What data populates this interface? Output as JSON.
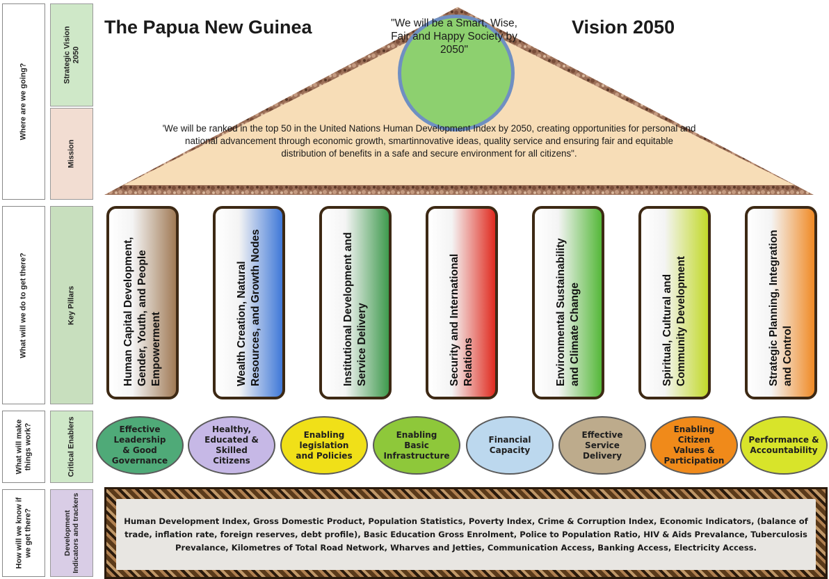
{
  "questions": [
    {
      "id": "where",
      "label": "Where are we going?"
    },
    {
      "id": "what-do",
      "label": "What will we do to get there?"
    },
    {
      "id": "what-make",
      "label": "What will make things work?"
    },
    {
      "id": "how-know",
      "label": "How will we know if we get there?"
    }
  ],
  "sections": [
    {
      "id": "strategic-vision",
      "label": "Strategic Vision 2050",
      "color": "#cfe8c8"
    },
    {
      "id": "mission",
      "label": "Mission",
      "color": "#f2ddd2"
    },
    {
      "id": "key-pillars",
      "label": "Key Pillars",
      "color": "#c8dfbe"
    },
    {
      "id": "critical-enablers",
      "label": "Critical Enablers",
      "color": "#cfe8c8"
    },
    {
      "id": "dev-indicators",
      "label": "Development Indicators and trackers",
      "color": "#d9cde6"
    }
  ],
  "title_left": "The Papua New Guinea",
  "title_right": "Vision 2050",
  "vision": "\"We will be a Smart, Wise, Fair and Happy Society by 2050\"",
  "mission": "'We will be ranked in the top 50 in the United Nations Human Development Index by 2050, creating opportunities for personal and national advancement through economic growth, smartinnovative ideas, quality service and ensuring fair and equitable distribution of benefits in a safe and secure environment for all citizens\".",
  "pillars": [
    {
      "label": "Human Capital Development, Gender, Youth, and People Empowerment",
      "color": "#a07a55"
    },
    {
      "label": "Wealth Creation, Natural Resources, and Growth Nodes",
      "color": "#3f78d8"
    },
    {
      "label": "Institutional Development and Service Delivery",
      "color": "#3f9a4e"
    },
    {
      "label": "Security and International Relations",
      "color": "#e02a1e"
    },
    {
      "label": "Environmental Sustainability and Climate Change",
      "color": "#55b83a"
    },
    {
      "label": "Spiritual, Cultural and Community Development",
      "color": "#c2d92a"
    },
    {
      "label": "Strategic Planning, Integration and Control",
      "color": "#f08a25"
    }
  ],
  "enablers": [
    {
      "label": "Effective\nLeadership\n& Good\nGovernance",
      "color": "#4faa78"
    },
    {
      "label": "Healthy,\nEducated &\nSkilled\nCitizens",
      "color": "#c6b8e6"
    },
    {
      "label": "Enabling\nlegislation\nand Policies",
      "color": "#f0e018"
    },
    {
      "label": "Enabling\nBasic\nInfrastructure",
      "color": "#8ec83a"
    },
    {
      "label": "Financial\nCapacity",
      "color": "#bcd8ee"
    },
    {
      "label": "Effective\nService\nDelivery",
      "color": "#bdab8c"
    },
    {
      "label": "Enabling\nCitizen\nValues &\nParticipation",
      "color": "#f08a1a"
    },
    {
      "label": "Performance &\nAccountability",
      "color": "#d8e42a"
    }
  ],
  "indicators": "Human Development Index, Gross Domestic Product, Population Statistics, Poverty Index, Crime & Corruption Index, Economic Indicators, (balance of trade, inflation rate, foreign reserves, debt profile), Basic Education Gross Enrolment, Police to Population Ratio, HIV & Aids Prevalance, Tuberculosis Prevalance, Kilometres of Total Road Network, Wharves and Jetties, Communication Access, Banking Access, Electricity Access."
}
